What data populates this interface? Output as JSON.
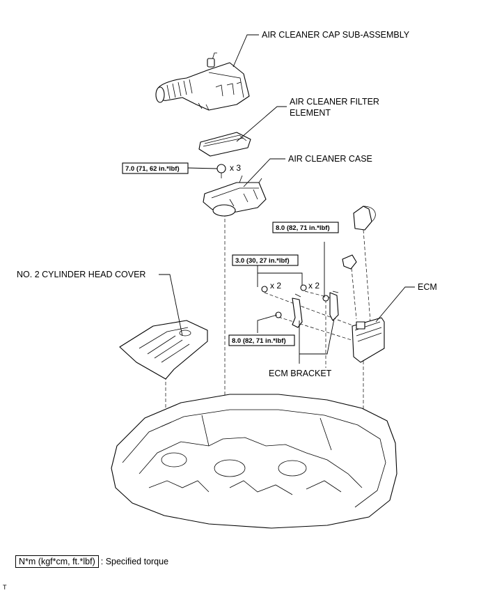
{
  "parts": {
    "air_cleaner_cap": "AIR CLEANER CAP SUB-ASSEMBLY",
    "filter_line1": "AIR CLEANER FILTER",
    "filter_line2": "ELEMENT",
    "air_cleaner_case": "AIR CLEANER CASE",
    "cylinder_head_cover": "NO. 2 CYLINDER HEAD COVER",
    "ecm": "ECM",
    "ecm_bracket": "ECM BRACKET"
  },
  "torques": {
    "case_bolt": "7.0 (71, 62 in.*lbf)",
    "ecm_upper": "8.0 (82, 71 in.*lbf)",
    "bracket_bolts": "3.0 (30, 27 in.*lbf)",
    "bracket_lower": "8.0 (82, 71 in.*lbf)"
  },
  "multipliers": {
    "case_bolt": "x 3",
    "bracket_left": "x 2",
    "bracket_right": "x 2"
  },
  "legend": {
    "unit": "N*m (kgf*cm, ft.*lbf)",
    "description": ": Specified torque"
  },
  "corner_mark": "T"
}
